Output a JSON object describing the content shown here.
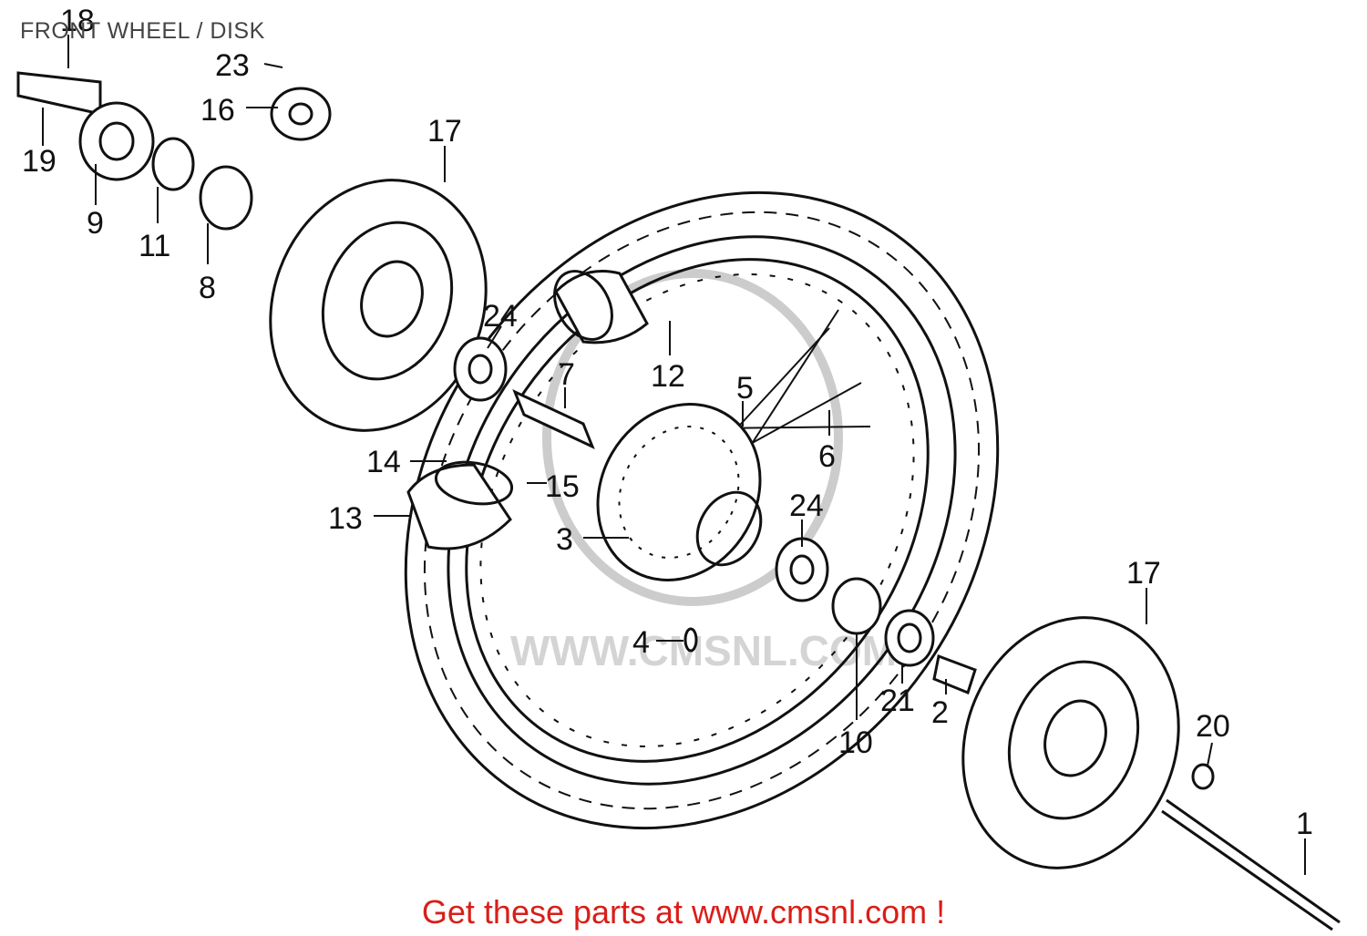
{
  "header": {
    "title": "FRONT WHEEL / DISK"
  },
  "footer": {
    "cta": "Get these parts at www.cmsnl.com !"
  },
  "watermark": {
    "text": "WWW.CMSNL.COM"
  },
  "callouts": {
    "c1": "1",
    "c2": "2",
    "c3": "3",
    "c4": "4",
    "c5": "5",
    "c6": "6",
    "c7": "7",
    "c8": "8",
    "c9": "9",
    "c10": "10",
    "c11": "11",
    "c12": "12",
    "c13": "13",
    "c14": "14",
    "c15": "15",
    "c16": "16",
    "c17a": "17",
    "c17b": "17",
    "c18": "18",
    "c19": "19",
    "c20": "20",
    "c21": "21",
    "c23": "23",
    "c24a": "24",
    "c24b": "24"
  },
  "colors": {
    "cta": "#d91e18",
    "ink": "#111111",
    "title": "#444444",
    "watermark": "#cccccc"
  }
}
